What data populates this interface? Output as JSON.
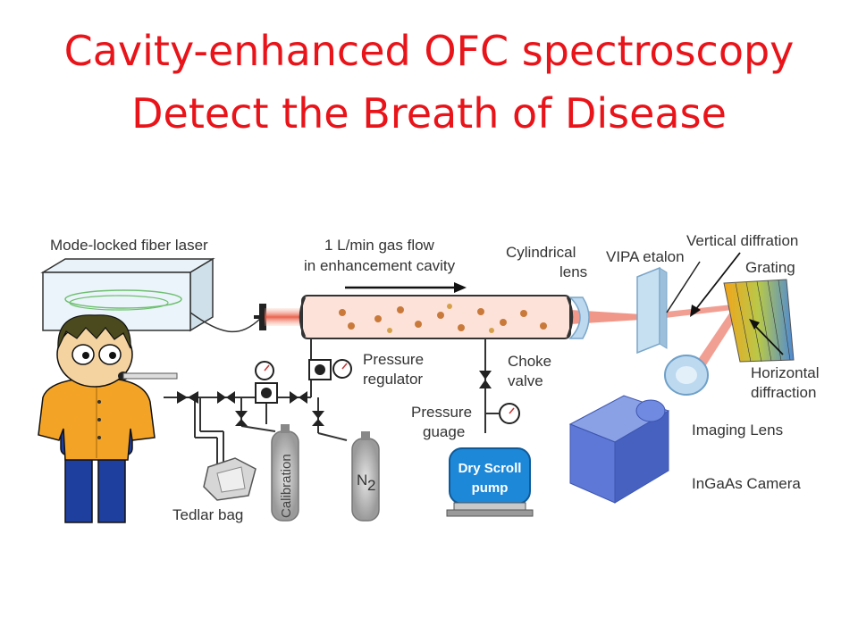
{
  "slide": {
    "title_line1": "Cavity-enhanced OFC spectroscopy",
    "title_line2": "Detect the Breath of Disease"
  },
  "diagram": {
    "labels": {
      "laser": "Mode-locked fiber laser",
      "flow_line1": "1 L/min gas flow",
      "flow_line2": "in enhancement cavity",
      "cyl_line1": "Cylindrical",
      "cyl_line2": "lens",
      "vipa": "VIPA etalon",
      "vertical": "Vertical diffration",
      "grating": "Grating",
      "pressure_line1": "Pressure",
      "pressure_line2": "regulator",
      "choke_line1": "Choke",
      "choke_line2": "valve",
      "guage_line1": "Pressure",
      "guage_line2": "guage",
      "horizontal_line1": "Horizontal",
      "horizontal_line2": "diffraction",
      "imaging": "Imaging Lens",
      "camera": "InGaAs Camera",
      "pump_line1": "Dry Scroll",
      "pump_line2": "pump",
      "tedlar": "Tedlar bag",
      "calibration": "Calibration",
      "n2": "N",
      "n2_sub": "2"
    },
    "colors": {
      "beam": "#e8513a",
      "cavity_glow": "#f7b9a8",
      "lens": "#bcd9f0",
      "camera": "#5d78d6",
      "pump": "#1e88d8",
      "shirt": "#f3a427",
      "pants": "#1f3f9e"
    }
  }
}
